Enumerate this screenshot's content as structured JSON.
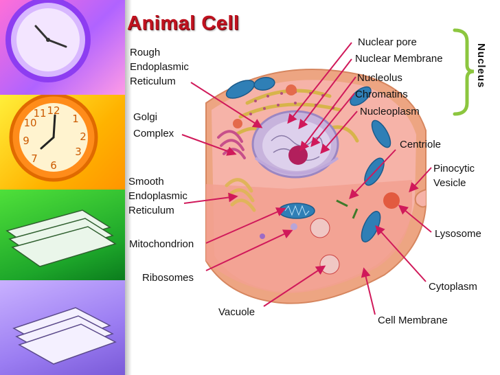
{
  "title": "Animal Cell",
  "bracket_label": "Nucleus",
  "labels": {
    "rough_er": [
      "Rough",
      "Endoplasmic",
      "Reticulum"
    ],
    "golgi": [
      "Golgi",
      "Complex"
    ],
    "smooth_er": [
      "Smooth",
      "Endoplasmic",
      "Reticulum"
    ],
    "mitochondrion": "Mitochondrion",
    "ribosomes": "Ribosomes",
    "vacuole": "Vacuole",
    "nuclear_pore": "Nuclear pore",
    "nuclear_membrane": "Nuclear Membrane",
    "nucleolus": "Nucleolus",
    "chromatins": "Chromatins",
    "nucleoplasm": "Nucleoplasm",
    "centriole": "Centriole",
    "pinocytic_vesicle": [
      "Pinocytic",
      "Vesicle"
    ],
    "lysosome": "Lysosome",
    "cytoplasm": "Cytoplasm",
    "cell_membrane": "Cell Membrane"
  },
  "colors": {
    "title": "#c0121f",
    "pointer": "#d0195a",
    "bracket": "#8cc63f",
    "cytoplasm": "#f4a9a0",
    "membrane": "#e9a277",
    "nucleus": "#d2bfe0",
    "mitochondria": "#2f7fb6"
  }
}
